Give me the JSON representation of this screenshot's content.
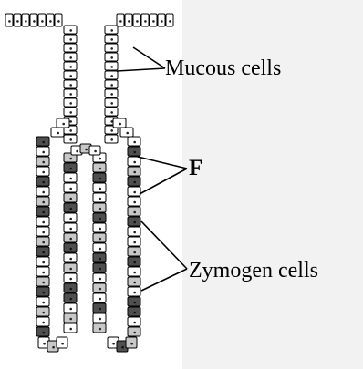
{
  "labels": {
    "mucous": "Mucous cells",
    "f": "F",
    "zymogen": "Zymogen cells"
  },
  "colors": {
    "background": "#f2f2f2",
    "mucous_cell": "#ffffff",
    "light_zymogen": "#c8c8c8",
    "dark_zymogen": "#4f4f4f",
    "outline": "#000000"
  }
}
